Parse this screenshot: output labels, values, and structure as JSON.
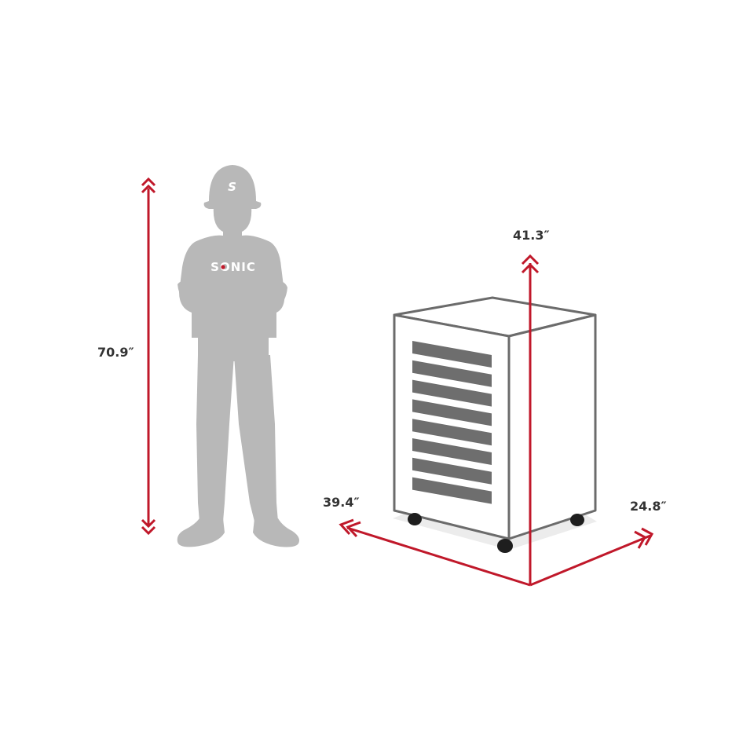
{
  "dimensions": {
    "person_height": "70.9″",
    "cabinet_height": "41.3″",
    "cabinet_width": "39.4″",
    "cabinet_depth": "24.8″"
  },
  "brand": {
    "logo_text": "SONIC",
    "helmet_mark": "S"
  },
  "colors": {
    "dimension_line": "#c0182a",
    "label_text": "#333333",
    "silhouette": "#b8b8b8",
    "cabinet_outline": "#6b6b6b",
    "drawer_fill": "#6e6e6e",
    "caster": "#1e1e1e",
    "logo_text": "#ffffff",
    "logo_dot": "#c0182a"
  },
  "cabinet": {
    "drawer_count": 8
  },
  "icons": {
    "double_chevron": "double-chevron-arrow-icon"
  }
}
